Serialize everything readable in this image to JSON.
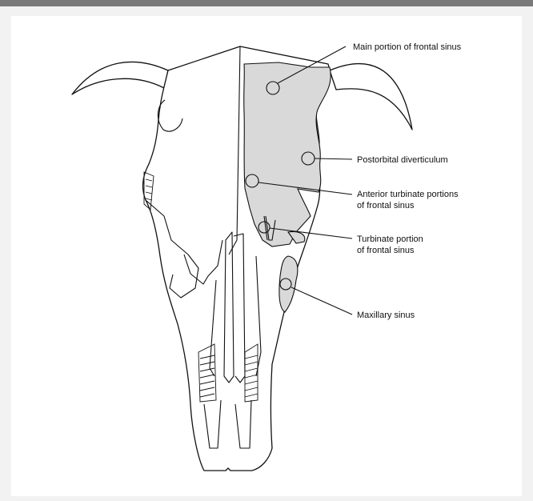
{
  "diagram": {
    "labels": {
      "main_frontal": "Main portion of frontal sinus",
      "postorbital": "Postorbital diverticulum",
      "anterior_turbinate_1": "Anterior turbinate portions",
      "anterior_turbinate_2": "of frontal sinus",
      "turbinate_1": "Turbinate portion",
      "turbinate_2": "of frontal sinus",
      "maxillary": "Maxillary sinus"
    },
    "colors": {
      "background": "#f2f2f2",
      "top_bar": "#7a7a7a",
      "sinus_fill": "#d9d9d9",
      "line": "#111111"
    }
  }
}
